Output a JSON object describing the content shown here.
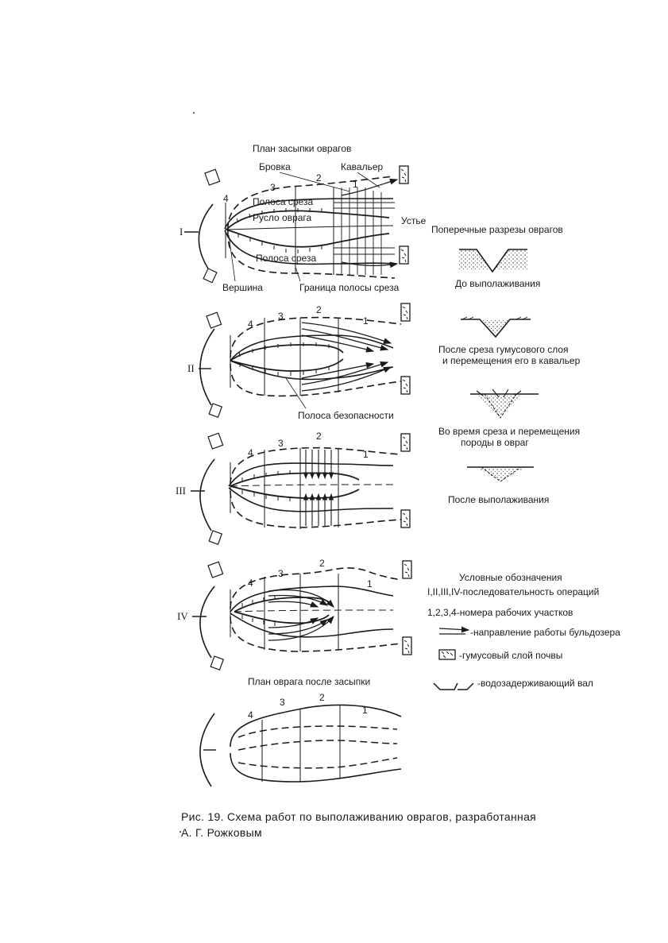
{
  "plan": {
    "title": "План засыпки оврагов",
    "brovka": "Бровка",
    "kavaler": "Кавальер",
    "strip_top": "Полоса среза",
    "channel": "Русло оврага",
    "strip_bottom": "Полоса среза",
    "mouth": "Устье",
    "apex": "Вершина",
    "strip_border": "Граница полосы среза"
  },
  "safety_strip": "Полоса безопасности",
  "after_plan_title": "План оврага после засыпки",
  "stages": [
    "I",
    "II",
    "III",
    "IV"
  ],
  "section_numbers": [
    "1",
    "2",
    "3",
    "4"
  ],
  "cross_sections": {
    "title": "Поперечные разрезы оврагов",
    "before": "До выполаживания",
    "after_humus_line1": "После среза гумусового слоя",
    "after_humus_line2": "и перемещения его в кавальер",
    "during_line1": "Во время среза и перемещения",
    "during_line2": "породы в овраг",
    "after": "После выполаживания"
  },
  "legend": {
    "title": "Условные обозначения",
    "ops": "I,II,III,IV-последовательность операций",
    "sites": "1,2,3,4-номера рабочих участков",
    "bulldozer": "-направление работы бульдозера",
    "humus": "-гумусовый слой почвы",
    "dam": "-водозадерживающий вал"
  },
  "caption": {
    "line1": "Рис. 19. Схема работ по выполаживанию оврагов, разработанная",
    "line2": "А. Г. Рожковым"
  }
}
